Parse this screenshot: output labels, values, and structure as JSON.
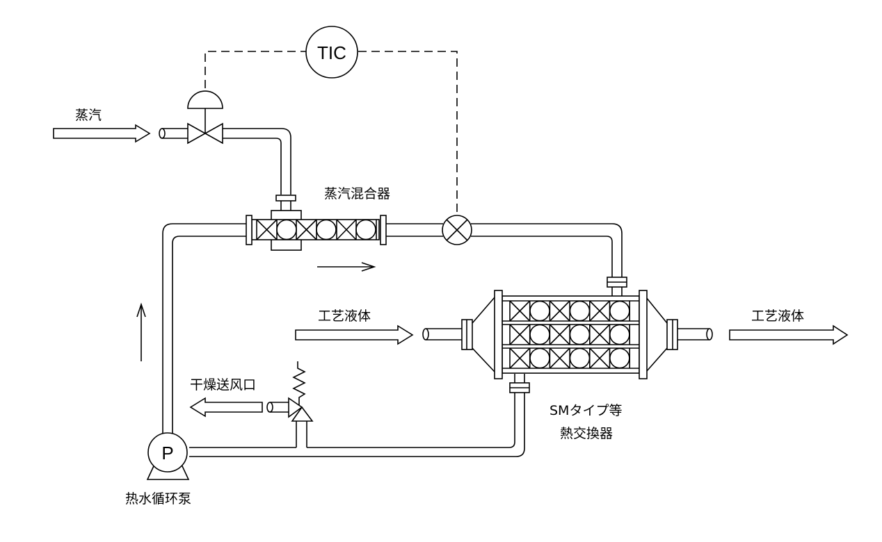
{
  "diagram": {
    "labels": {
      "steam": "蒸汽",
      "steam_mixer": "蒸汽混合器",
      "process_liquid_in": "工艺液体",
      "process_liquid_out": "工艺液体",
      "dry_air_outlet": "干燥送风口",
      "pump": "热水循环泵",
      "heat_exchanger_line1": "SMタイプ等",
      "heat_exchanger_line2": "熱交換器"
    },
    "instruments": {
      "controller_tag": "TIC",
      "pump_tag": "P"
    },
    "colors": {
      "line": "#000000",
      "background": "#ffffff"
    }
  }
}
